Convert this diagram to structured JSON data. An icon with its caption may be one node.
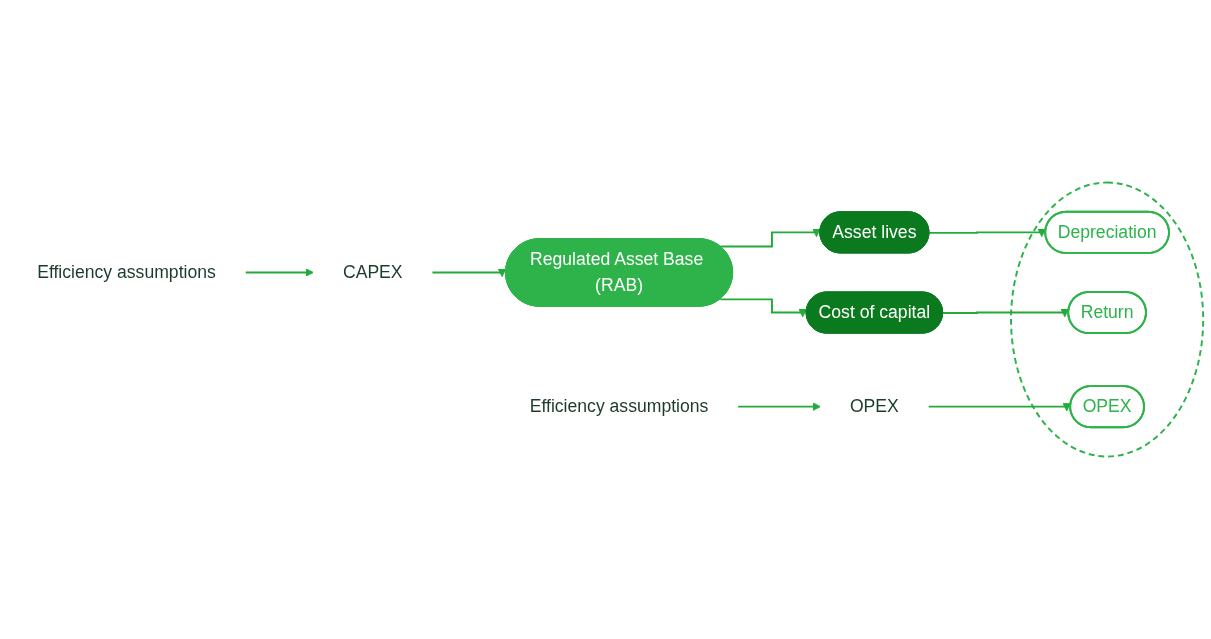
{
  "diagram": {
    "nodes": [
      {
        "text": [
          "Regulated Asset Base (RAB)"
        ]
      },
      {
        "text": [
          "Asset lives"
        ]
      },
      {
        "text": [
          "Cost of capital"
        ]
      },
      {
        "text": [],
        "shape": "ellipse"
      },
      {
        "text": [
          "Depreciation"
        ],
        "in": 3
      },
      {
        "text": [
          "Return"
        ],
        "in": 3
      },
      {
        "text": [
          "CAPEX"
        ]
      },
      {
        "text": [
          "OPEX"
        ]
      },
      {
        "text": [
          "OPEX"
        ],
        "in": 3
      },
      {
        "text": [
          "Efficiency assumptions"
        ]
      },
      {
        "text": [
          "Efficiency assumptions"
        ]
      }
    ],
    "edges": [
      {
        "from": 0,
        "to": 1,
        "arrow": "to"
      },
      {
        "from": 0,
        "to": 2,
        "arrow": "to"
      },
      {
        "from": 1,
        "to": 4,
        "arrow": "to"
      },
      {
        "from": 2,
        "to": 5,
        "arrow": "to"
      },
      {
        "from": 6,
        "to": 0,
        "arrow": "to"
      },
      {
        "from": 7,
        "to": 8,
        "arrow": "to"
      },
      {
        "from": 9,
        "to": 6,
        "arrow": "to"
      },
      {
        "from": 10,
        "to": 7,
        "arrow": "to"
      }
    ]
  }
}
